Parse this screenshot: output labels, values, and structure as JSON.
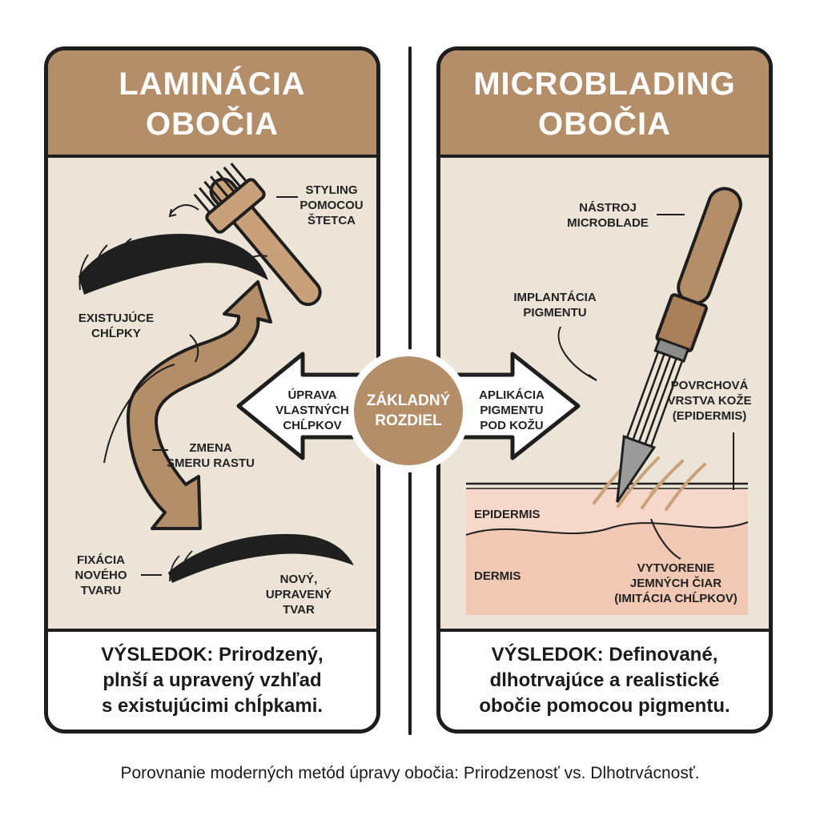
{
  "left_panel": {
    "title_line1": "LAMINÁCIA",
    "title_line2": "OBOČIA",
    "labels": {
      "brush_line1": "STYLING",
      "brush_line2": "POMOCOU",
      "brush_line3": "ŠTETCA",
      "existing_line1": "EXISTUJÚCE",
      "existing_line2": "CHĹPKY",
      "direction_line1": "ZMENA",
      "direction_line2": "SMERU RASTU",
      "fixation_line1": "FIXÁCIA",
      "fixation_line2": "NOVÉHO",
      "fixation_line3": "TVARU",
      "newshape_line1": "NOVÝ,",
      "newshape_line2": "UPRAVENÝ",
      "newshape_line3": "TVAR"
    },
    "result_line1": "VÝSLEDOK: Prirodzený,",
    "result_line2": "plnší a upravený vzhľad",
    "result_line3": "s existujúcimi chĺpkami."
  },
  "right_panel": {
    "title_line1": "MICROBLADING",
    "title_line2": "OBOČIA",
    "labels": {
      "tool_line1": "NÁSTROJ",
      "tool_line2": "MICROBLADE",
      "implant_line1": "IMPLANTÁCIA",
      "implant_line2": "PIGMENTU",
      "surface_line1": "POVRCHOVÁ",
      "surface_line2": "VRSTVA KOŽE",
      "surface_line3": "(EPIDERMIS)",
      "epidermis": "EPIDERMIS",
      "dermis": "DERMIS",
      "lines_line1": "VYTVORENIE",
      "lines_line2": "JEMNÝCH ČIAR",
      "lines_line3": "(IMITÁCIA CHĹPKOV)"
    },
    "result_line1": "VÝSLEDOK: Definované,",
    "result_line2": "dlhotrvajúce a realistické",
    "result_line3": "obočie pomocou pigmentu."
  },
  "center": {
    "badge_line1": "ZÁKLADNÝ",
    "badge_line2": "ROZDIEL",
    "left_arrow_line1": "ÚPRAVA",
    "left_arrow_line2": "VLASTNÝCH",
    "left_arrow_line3": "CHĹPKOV",
    "right_arrow_line1": "APLIKÁCIA",
    "right_arrow_line2": "PIGMENTU",
    "right_arrow_line3": "POD KOŽU"
  },
  "caption": "Porovnanie moderných metód úpravy obočia: Prirodzenosť vs. Dlhotrvácnosť.",
  "colors": {
    "accent_tan": "#b48e68",
    "panel_bg": "#ede4d8",
    "skin_epidermis": "#f3cfbe",
    "skin_dermis": "#f1c8b4",
    "outline": "#1e1e1e"
  }
}
